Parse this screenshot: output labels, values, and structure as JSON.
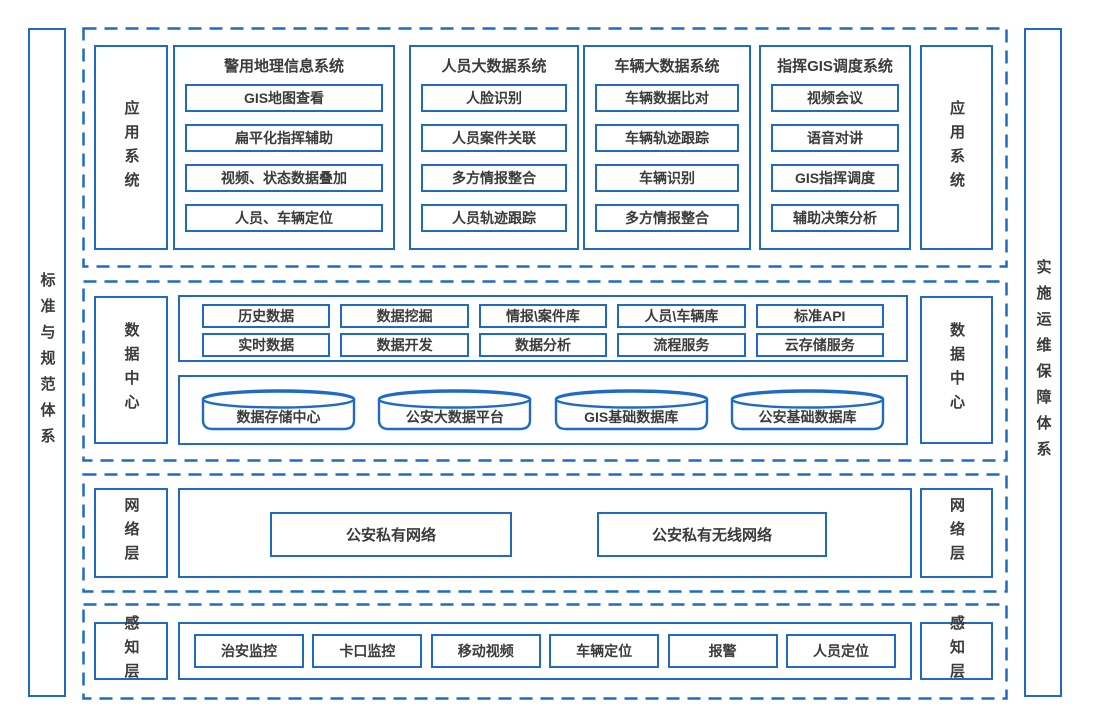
{
  "colors": {
    "border_blue": "#1e6bbf",
    "text": "#3b3b3b",
    "background": "#ffffff"
  },
  "left_bar": {
    "label": "标准与规范体系"
  },
  "right_bar": {
    "label": "实施运维保障体系"
  },
  "application_layer": {
    "label_left": "应用系统",
    "label_right": "应用系统",
    "groups": [
      {
        "title": "警用地理信息系统",
        "items": [
          "GIS地图查看",
          "扁平化指挥辅助",
          "视频、状态数据叠加",
          "人员、车辆定位"
        ]
      },
      {
        "title": "人员大数据系统",
        "items": [
          "人脸识别",
          "人员案件关联",
          "多方情报整合",
          "人员轨迹跟踪"
        ]
      },
      {
        "title": "车辆大数据系统",
        "items": [
          "车辆数据比对",
          "车辆轨迹跟踪",
          "车辆识别",
          "多方情报整合"
        ]
      },
      {
        "title": "指挥GIS调度系统",
        "items": [
          "视频会议",
          "语音对讲",
          "GIS指挥调度",
          "辅助决策分析"
        ]
      }
    ]
  },
  "data_layer": {
    "label_left": "数据中心",
    "label_right": "数据中心",
    "services_row1": [
      "历史数据",
      "数据挖掘",
      "情报\\案件库",
      "人员\\车辆库",
      "标准API"
    ],
    "services_row2": [
      "实时数据",
      "数据开发",
      "数据分析",
      "流程服务",
      "云存储服务"
    ],
    "databases": [
      "数据存储中心",
      "公安大数据平台",
      "GIS基础数据库",
      "公安基础数据库"
    ]
  },
  "network_layer": {
    "label_left": "网络层",
    "label_right": "网络层",
    "items": [
      "公安私有网络",
      "公安私有无线网络"
    ]
  },
  "perception_layer": {
    "label_left": "感知层",
    "label_right": "感知层",
    "items": [
      "治安监控",
      "卡口监控",
      "移动视频",
      "车辆定位",
      "报警",
      "人员定位"
    ]
  }
}
